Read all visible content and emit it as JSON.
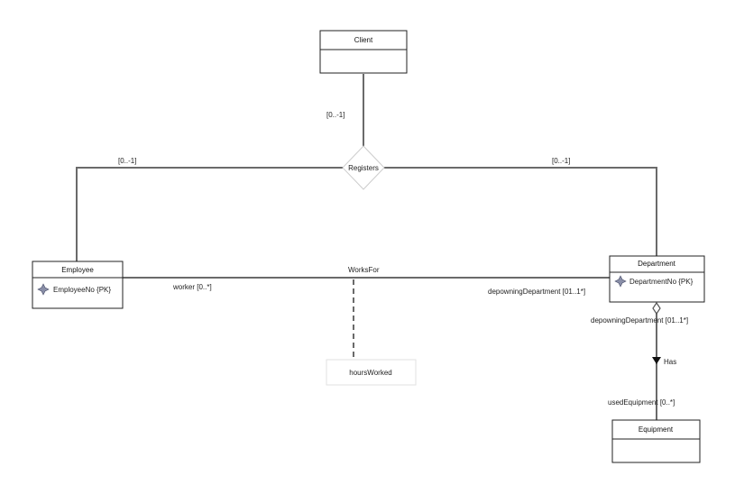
{
  "entities": {
    "client": {
      "title": "Client"
    },
    "employee": {
      "title": "Employee",
      "attribute": "EmployeeNo {PK}"
    },
    "department": {
      "title": "Department",
      "attribute": "DepartmentNo {PK}"
    },
    "equipment": {
      "title": "Equipment"
    }
  },
  "relationships": {
    "registers": {
      "name": "Registers",
      "client_mult": "[0..-1]",
      "employee_mult": "[0..-1]",
      "department_mult": "[0..-1]"
    },
    "works_for": {
      "name": "WorksFor",
      "employee_role": "worker [0..*]",
      "department_role": "depowningDepartment [01..1*]",
      "attribute": "hoursWorked"
    },
    "has": {
      "name": "Has",
      "department_role": "depowningDepartment [01..1*]",
      "equipment_role": "usedEquipment [0..*]"
    }
  }
}
